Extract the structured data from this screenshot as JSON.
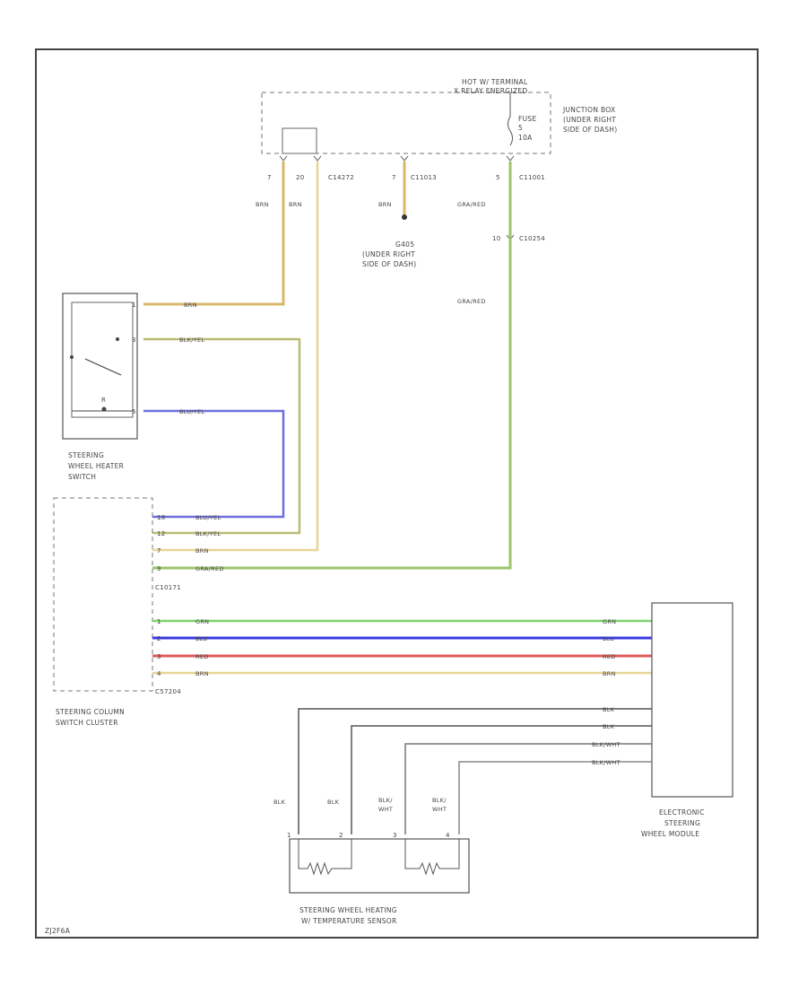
{
  "hot_terminal": {
    "line1": "HOT W/ TERMINAL",
    "line2": "X RELAY ENERGIZED"
  },
  "junction_box": {
    "line1": "JUNCTION BOX",
    "line2": "(UNDER RIGHT",
    "line3": "SIDE OF DASH)"
  },
  "fuse": {
    "name": "FUSE",
    "number": "5",
    "rating": "10A"
  },
  "connectors": {
    "c1": "C14272",
    "c2": "C11013",
    "c3": "C11001",
    "c4": "C10254",
    "c5": "C10171",
    "c6": "C57204"
  },
  "pins": {
    "top_a": "7",
    "top_b": "20",
    "top_c": "7",
    "top_d": "5",
    "splice": "10",
    "sw1": "1",
    "sw2": "3",
    "sw3": "5",
    "sw_center": "R",
    "cl_a": "18",
    "cl_b": "12",
    "cl_c": "7",
    "cl_d": "9",
    "cl_e": "1",
    "cl_f": "2",
    "cl_g": "3",
    "cl_h": "4",
    "ht1": "1",
    "ht2": "2",
    "ht3": "3",
    "ht4": "4"
  },
  "wires": {
    "brn": "BRN",
    "blk_yel": "BLK/YEL",
    "blu_yel": "BLU/YEL",
    "gra_red": "GRA/RED",
    "grn": "GRN",
    "blu": "BLU",
    "red": "RED",
    "blk": "BLK",
    "blk_wht": "BLK/WHT",
    "blk_wht_top": "BLK/",
    "blk_wht_bot": "WHT"
  },
  "ground": {
    "id": "G405",
    "line1": "(UNDER RIGHT",
    "line2": "SIDE OF DASH)"
  },
  "components": {
    "switch_line1": "STEERING",
    "switch_line2": "WHEEL HEATER",
    "switch_line3": "SWITCH",
    "cluster_line1": "STEERING COLUMN",
    "cluster_line2": "SWITCH CLUSTER",
    "module_line1": "ELECTRONIC",
    "module_line2": "STEERING",
    "module_line3": "WHEEL MODULE",
    "heater_line1": "STEERING WHEEL HEATING",
    "heater_line2": "W/ TEMPERATURE SENSOR"
  },
  "footer": {
    "code": "ZJ2F6A"
  },
  "colors": {
    "brn": "#d9b86a",
    "gra_red": "#9cc56a",
    "blk_yel": "#b9bd72",
    "blu_yel": "#6f6fe0",
    "grn": "#7fd36a",
    "blu": "#3a3ae0",
    "red": "#e05a5a",
    "blk": "#333333"
  }
}
